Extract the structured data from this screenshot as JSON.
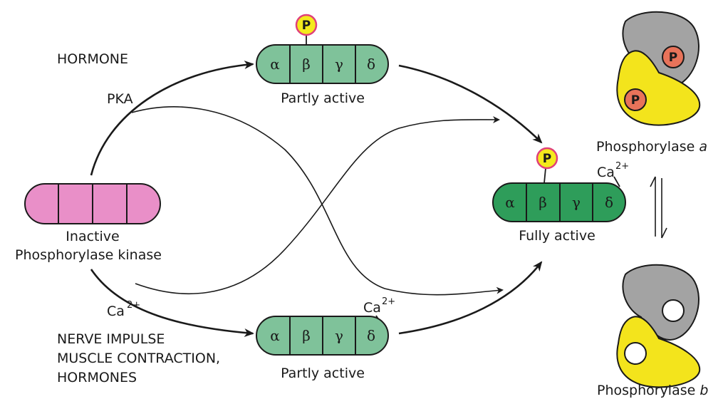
{
  "labels": {
    "hormone": "HORMONE",
    "pka": "PKA",
    "ca_left": "Ca",
    "ca_left_sup": "2+",
    "nerve_line1": "NERVE IMPULSE",
    "nerve_line2": "MUSCLE CONTRACTION,",
    "nerve_line3": "HORMONES",
    "inactive_line1": "Inactive",
    "inactive_line2": "Phosphorylase kinase",
    "partly_active_top": "Partly active",
    "partly_active_bottom": "Partly active",
    "fully_active": "Fully active",
    "ca_bottom": "Ca",
    "ca_bottom_sup": "2+",
    "ca_full": "Ca",
    "ca_full_sup": "2+",
    "phosphorylase_a_name": "Phosphorylase ",
    "phosphorylase_a_letter": "a",
    "phosphorylase_b_name": "Phosphorylase ",
    "phosphorylase_b_letter": "b"
  },
  "subunits": {
    "alpha": "α",
    "beta": "β",
    "gamma": "γ",
    "delta": "δ"
  },
  "phospho_label": "P",
  "colors": {
    "inactive_fill": "#e98fc8",
    "partly_fill": "#7fc29a",
    "fully_fill": "#2e9d5a",
    "phospho_fill": "#f4ea1c",
    "phospho_ring": "#e0407a",
    "red_phospho": "#e8735a",
    "gray_subunit": "#a3a3a3",
    "yellow_subunit": "#f3e41c"
  }
}
